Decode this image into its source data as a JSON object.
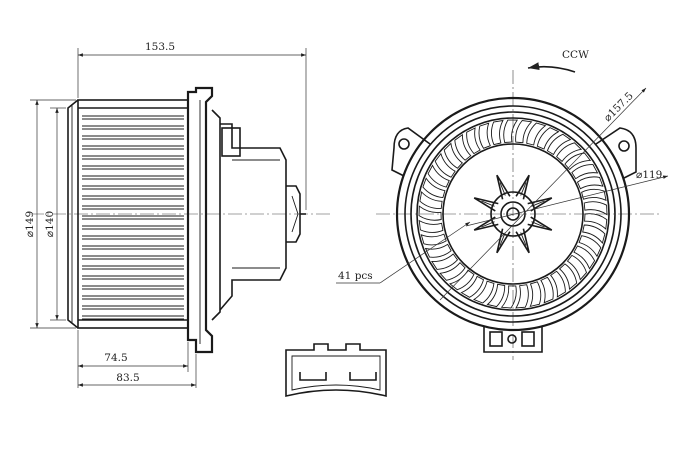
{
  "dimensions": {
    "overall_length": "153.5",
    "housing_diameter": "⌀149",
    "wheel_diameter": "⌀140",
    "wheel_depth": "74.5",
    "flange_depth": "83.5",
    "flange_diameter": "⌀157.5",
    "inner_diameter": "⌀119"
  },
  "annotations": {
    "rotation": "CCW",
    "blade_count": "41 pcs"
  }
}
